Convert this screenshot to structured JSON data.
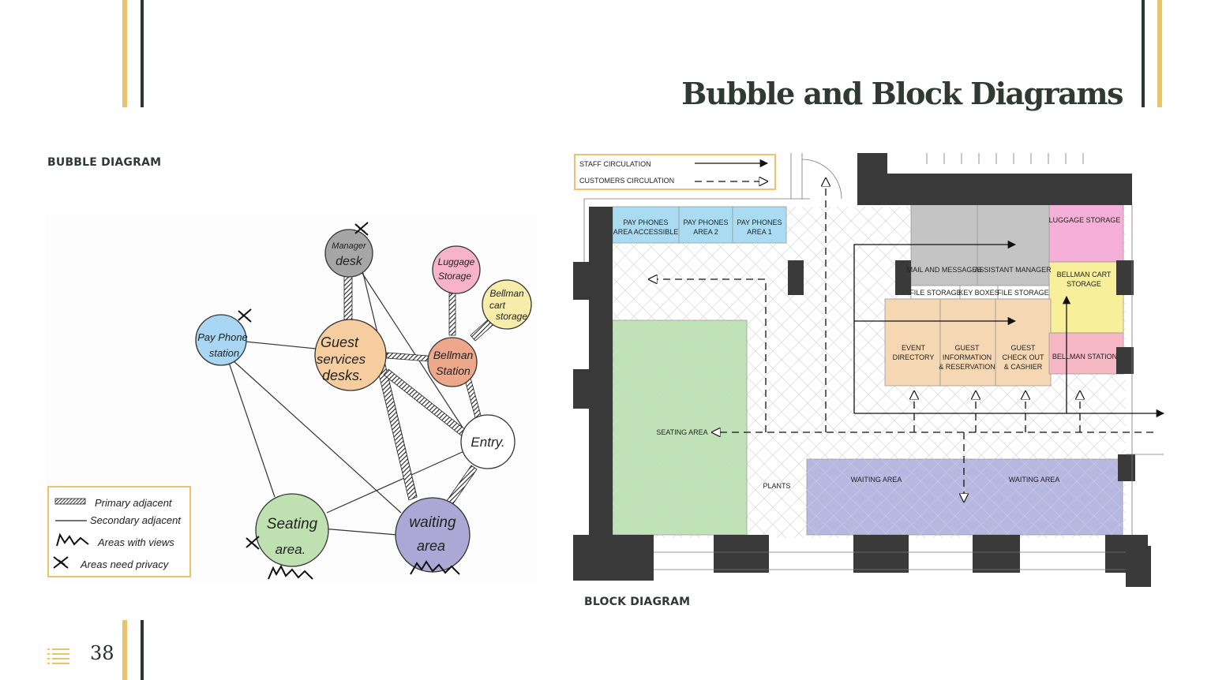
{
  "page": {
    "title": "Bubble and Block Diagrams",
    "page_number": "38",
    "bubble_label": "BUBBLE DIAGRAM",
    "block_label": "BLOCK DIAGRAM"
  },
  "colors": {
    "accent_gold": "#e9c46a",
    "accent_dark": "#2e3531"
  },
  "icons": {
    "menu": "list-menu-icon"
  },
  "bubble": {
    "nodes": {
      "manager": [
        "Manager",
        "desk"
      ],
      "luggage": [
        "Luggage",
        "Storage"
      ],
      "bellcart": [
        "Bellman",
        "cart",
        "storage"
      ],
      "payphone": [
        "Pay Phone",
        "station"
      ],
      "guest": [
        "Guest",
        "services",
        "desks."
      ],
      "bellstation": [
        "Bellman",
        "Station"
      ],
      "entry": [
        "Entry."
      ],
      "seating": [
        "Seating",
        "area."
      ],
      "waiting": [
        "waiting",
        "area"
      ]
    },
    "legend": {
      "primary": "Primary adjacent",
      "secondary": "Secondary adjacent",
      "views": "Areas with views",
      "privacy": "Areas need privacy"
    }
  },
  "block": {
    "legend": {
      "staff": "STAFF CIRCULATION",
      "customers": "CUSTOMERS CIRCULATION"
    },
    "rooms": {
      "pp_access": [
        "PAY PHONES",
        "AREA ACCESSIBLE"
      ],
      "pp2": [
        "PAY PHONES",
        "AREA 2"
      ],
      "pp1": [
        "PAY PHONES",
        "AREA 1"
      ],
      "luggage": "LUGGAGE STORAGE",
      "mail": "MAIL AND MESSAGES",
      "asst": "ASSISTANT MANAGER",
      "file1": "FILE STORAGE",
      "keys": "KEY BOXES",
      "file2": "FILE STORAGE",
      "bellcart": [
        "BELLMAN CART",
        "STORAGE"
      ],
      "event": [
        "EVENT",
        "DIRECTORY"
      ],
      "guestinfo": [
        "GUEST",
        "INFORMATION",
        "& RESERVATION"
      ],
      "checkout": [
        "GUEST",
        "CHECK OUT",
        "& CASHIER"
      ],
      "bellstation": "BELLMAN STATION",
      "seating": "SEATING AREA",
      "plants": "PLANTS",
      "waiting1": "WAITING AREA",
      "waiting2": "WAITING AREA"
    }
  }
}
